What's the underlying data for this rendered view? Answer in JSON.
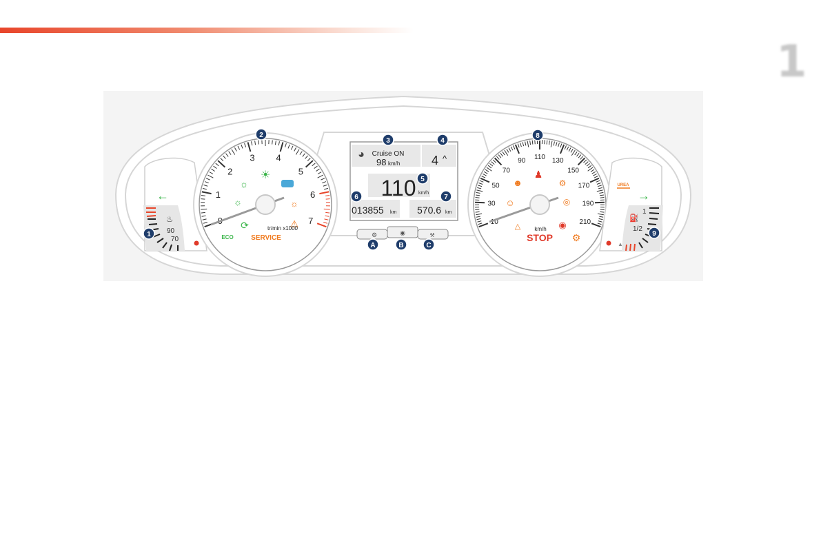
{
  "page": {
    "chapter_number": "1"
  },
  "cluster": {
    "tachometer": {
      "scale_labels": [
        "0",
        "1",
        "2",
        "3",
        "4",
        "5",
        "6",
        "7"
      ],
      "unit": "tr/min x1000",
      "service_label": "SERVICE",
      "eco_label": "ECO"
    },
    "coolant_gauge": {
      "label_90": "90",
      "label_70": "70"
    },
    "display": {
      "cruise_text": "Cruise ON",
      "cruise_speed": "98",
      "cruise_speed_unit": "km/h",
      "gear": "4",
      "gear_indicator": "^",
      "speed": "110",
      "speed_unit": "km/h",
      "odometer": "013855",
      "odometer_unit": "km",
      "trip": "570.6",
      "trip_unit": "km"
    },
    "speedometer": {
      "scale_labels": [
        "10",
        "30",
        "50",
        "70",
        "90",
        "110",
        "130",
        "150",
        "170",
        "190",
        "210"
      ],
      "unit": "km/h",
      "stop_label": "STOP"
    },
    "fuel_gauge": {
      "label_full": "1",
      "label_half": "1/2",
      "urea_label": "UREA"
    },
    "callouts": [
      "1",
      "2",
      "3",
      "4",
      "5",
      "6",
      "7",
      "8",
      "9"
    ],
    "buttons": [
      "A",
      "B",
      "C"
    ]
  },
  "colors": {
    "header_bar": "#e8452a",
    "callout_badge": "#1f3d6b",
    "warning_orange": "#f07a1e",
    "warning_red": "#e03a2a",
    "indicator_green": "#3bb54a",
    "indicator_blue": "#4aa8d8"
  }
}
